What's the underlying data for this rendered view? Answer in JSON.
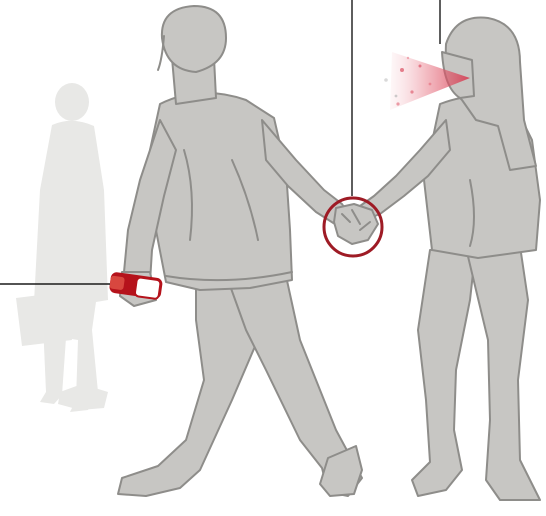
{
  "diagram": {
    "figures": [
      {
        "role": "background-pedestrian",
        "style": "faded"
      },
      {
        "role": "man",
        "style": "grey"
      },
      {
        "role": "woman",
        "style": "grey"
      }
    ],
    "highlights": [
      {
        "name": "held-object",
        "color": "#b5121b"
      },
      {
        "name": "joined-hands",
        "color": "#9e1b25"
      },
      {
        "name": "spray-cone",
        "color": "#d6334a"
      }
    ],
    "callout_lines": 3
  }
}
